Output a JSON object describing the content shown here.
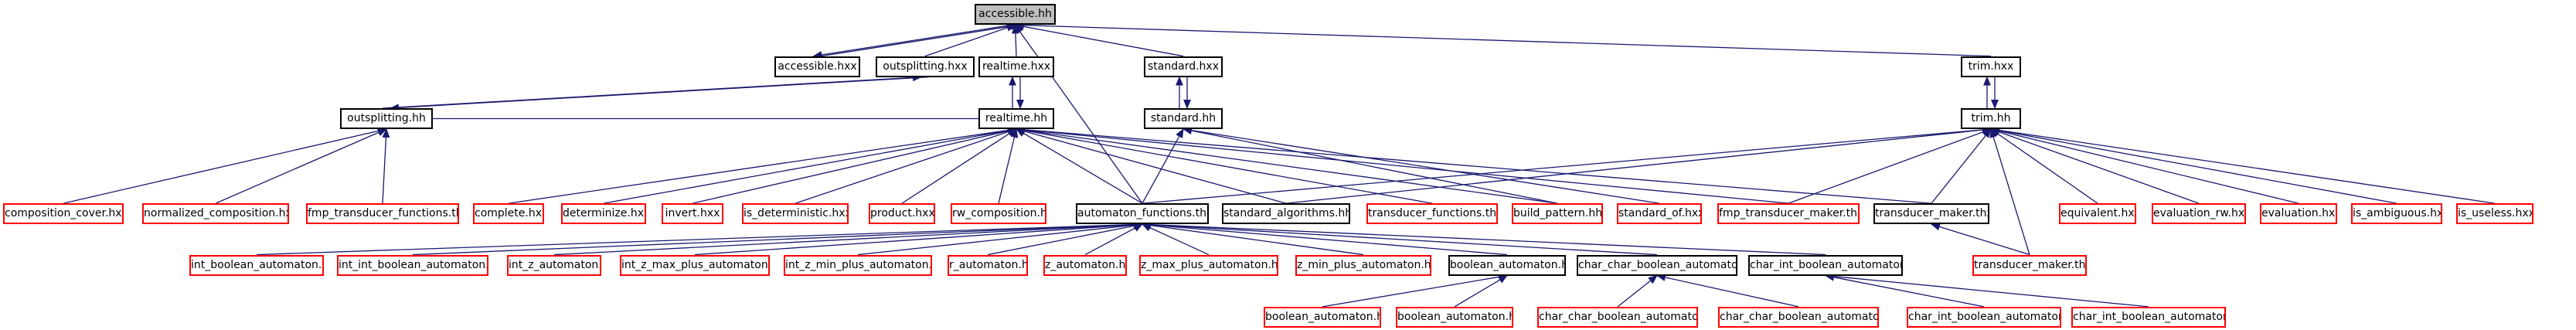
{
  "colors": {
    "black_box": "#000000",
    "red_box": "#ff0000",
    "root_fill": "#bfbfbf",
    "edge": "#191970"
  },
  "nodes": {
    "accessible_hh": {
      "label": "accessible.hh",
      "style": "root"
    },
    "accessible_hxx": {
      "label": "accessible.hxx",
      "style": "black"
    },
    "outsplitting_hxx": {
      "label": "outsplitting.hxx",
      "style": "black"
    },
    "realtime_hxx": {
      "label": "realtime.hxx",
      "style": "black"
    },
    "standard_hxx": {
      "label": "standard.hxx",
      "style": "black"
    },
    "trim_hxx": {
      "label": "trim.hxx",
      "style": "black"
    },
    "outsplitting_hh": {
      "label": "outsplitting.hh",
      "style": "black"
    },
    "realtime_hh": {
      "label": "realtime.hh",
      "style": "black"
    },
    "standard_hh": {
      "label": "standard.hh",
      "style": "black"
    },
    "trim_hh": {
      "label": "trim.hh",
      "style": "black"
    },
    "composition_cover_hxx": {
      "label": "composition_cover.hxx",
      "style": "red"
    },
    "normalized_composition_hxx": {
      "label": "normalized_composition.hxx",
      "style": "red"
    },
    "fmp_transducer_functions_thh": {
      "label": "fmp_transducer_functions.thh",
      "style": "red"
    },
    "complete_hxx": {
      "label": "complete.hxx",
      "style": "red"
    },
    "determinize_hxx": {
      "label": "determinize.hxx",
      "style": "red"
    },
    "invert_hxx": {
      "label": "invert.hxx",
      "style": "red"
    },
    "is_deterministic_hxx": {
      "label": "is_deterministic.hxx",
      "style": "red"
    },
    "product_hxx": {
      "label": "product.hxx",
      "style": "red"
    },
    "rw_composition_hxx": {
      "label": "rw_composition.hxx",
      "style": "red"
    },
    "automaton_functions_thh": {
      "label": "automaton_functions.thh",
      "style": "black"
    },
    "standard_algorithms_hh": {
      "label": "standard_algorithms.hh",
      "style": "black"
    },
    "transducer_functions_thh": {
      "label": "transducer_functions.thh",
      "style": "red"
    },
    "build_pattern_hh": {
      "label": "build_pattern.hh",
      "style": "red"
    },
    "standard_of_hxx": {
      "label": "standard_of.hxx",
      "style": "red"
    },
    "fmp_transducer_maker_thxx": {
      "label": "fmp_transducer_maker.thxx",
      "style": "red"
    },
    "transducer_maker_thxx": {
      "label": "transducer_maker.thxx",
      "style": "black"
    },
    "equivalent_hxx": {
      "label": "equivalent.hxx",
      "style": "red"
    },
    "evaluation_rw_hxx": {
      "label": "evaluation_rw.hxx",
      "style": "red"
    },
    "evaluation_hxx": {
      "label": "evaluation.hxx",
      "style": "red"
    },
    "is_ambiguous_hxx": {
      "label": "is_ambiguous.hxx",
      "style": "red"
    },
    "is_useless_hxx": {
      "label": "is_useless.hxx",
      "style": "red"
    },
    "int_boolean_automaton_hh": {
      "label": "int_boolean_automaton.hh",
      "style": "red"
    },
    "int_int_boolean_automaton_hh": {
      "label": "int_int_boolean_automaton.hh",
      "style": "red"
    },
    "int_z_automaton_hh": {
      "label": "int_z_automaton.hh",
      "style": "red"
    },
    "int_z_max_plus_automaton_hh": {
      "label": "int_z_max_plus_automaton.hh",
      "style": "red"
    },
    "int_z_min_plus_automaton_hh": {
      "label": "int_z_min_plus_automaton.hh",
      "style": "red"
    },
    "r_automaton_hh": {
      "label": "r_automaton.hh",
      "style": "red"
    },
    "z_automaton_hh": {
      "label": "z_automaton.hh",
      "style": "red"
    },
    "z_max_plus_automaton_hh": {
      "label": "z_max_plus_automaton.hh",
      "style": "red"
    },
    "z_min_plus_automaton_hh": {
      "label": "z_min_plus_automaton.hh",
      "style": "red"
    },
    "boolean_automaton_hh": {
      "label": "boolean_automaton.hh",
      "style": "black"
    },
    "char_char_boolean_automaton_hh": {
      "label": "char_char_boolean_automaton.hh",
      "style": "black"
    },
    "char_int_boolean_automaton_hh": {
      "label": "char_int_boolean_automaton.hh",
      "style": "black"
    },
    "transducer_maker_thh": {
      "label": "transducer_maker.thh",
      "style": "red"
    },
    "boolean_automaton_hh_a": {
      "label": "boolean_automaton.hh",
      "style": "red"
    },
    "boolean_automaton_hh_b": {
      "label": "boolean_automaton.hh",
      "style": "red"
    },
    "char_char_boolean_automaton_hh_a": {
      "label": "char_char_boolean_automaton.hh",
      "style": "red"
    },
    "char_char_boolean_automaton_hh_b": {
      "label": "char_char_boolean_automaton.hh",
      "style": "red"
    },
    "char_int_boolean_automaton_hh_a": {
      "label": "char_int_boolean_automaton.hh",
      "style": "red"
    },
    "char_int_boolean_automaton_hh_b": {
      "label": "char_int_boolean_automaton.hh",
      "style": "red"
    }
  },
  "edges": [
    [
      "accessible_hxx",
      "accessible_hh"
    ],
    [
      "outsplitting_hxx",
      "accessible_hh"
    ],
    [
      "realtime_hxx",
      "accessible_hh"
    ],
    [
      "standard_hxx",
      "accessible_hh"
    ],
    [
      "trim_hxx",
      "accessible_hh"
    ],
    [
      "automaton_functions_thh",
      "accessible_hh"
    ],
    [
      "accessible_hh",
      "accessible_hxx"
    ],
    [
      "outsplitting_hxx",
      "outsplitting_hh"
    ],
    [
      "outsplitting_hh",
      "outsplitting_hxx"
    ],
    [
      "realtime_hxx",
      "realtime_hh"
    ],
    [
      "realtime_hh",
      "realtime_hxx"
    ],
    [
      "standard_hxx",
      "standard_hh"
    ],
    [
      "standard_hh",
      "standard_hxx"
    ],
    [
      "trim_hxx",
      "trim_hh"
    ],
    [
      "trim_hh",
      "trim_hxx"
    ],
    [
      "realtime_hh",
      "outsplitting_hh"
    ],
    [
      "composition_cover_hxx",
      "outsplitting_hh"
    ],
    [
      "normalized_composition_hxx",
      "outsplitting_hh"
    ],
    [
      "fmp_transducer_functions_thh",
      "outsplitting_hh"
    ],
    [
      "complete_hxx",
      "realtime_hh"
    ],
    [
      "determinize_hxx",
      "realtime_hh"
    ],
    [
      "invert_hxx",
      "realtime_hh"
    ],
    [
      "is_deterministic_hxx",
      "realtime_hh"
    ],
    [
      "product_hxx",
      "realtime_hh"
    ],
    [
      "rw_composition_hxx",
      "realtime_hh"
    ],
    [
      "automaton_functions_thh",
      "realtime_hh"
    ],
    [
      "standard_algorithms_hh",
      "realtime_hh"
    ],
    [
      "transducer_functions_thh",
      "realtime_hh"
    ],
    [
      "build_pattern_hh",
      "realtime_hh"
    ],
    [
      "fmp_transducer_maker_thxx",
      "realtime_hh"
    ],
    [
      "transducer_maker_thxx",
      "realtime_hh"
    ],
    [
      "automaton_functions_thh",
      "standard_hh"
    ],
    [
      "standard_of_hxx",
      "standard_hh"
    ],
    [
      "build_pattern_hh",
      "standard_hh"
    ],
    [
      "automaton_functions_thh",
      "trim_hh"
    ],
    [
      "standard_algorithms_hh",
      "trim_hh"
    ],
    [
      "fmp_transducer_maker_thxx",
      "trim_hh"
    ],
    [
      "transducer_maker_thxx",
      "trim_hh"
    ],
    [
      "equivalent_hxx",
      "trim_hh"
    ],
    [
      "evaluation_rw_hxx",
      "trim_hh"
    ],
    [
      "evaluation_hxx",
      "trim_hh"
    ],
    [
      "is_ambiguous_hxx",
      "trim_hh"
    ],
    [
      "is_useless_hxx",
      "trim_hh"
    ],
    [
      "transducer_maker_thh",
      "trim_hh"
    ],
    [
      "int_boolean_automaton_hh",
      "automaton_functions_thh"
    ],
    [
      "int_int_boolean_automaton_hh",
      "automaton_functions_thh"
    ],
    [
      "int_z_automaton_hh",
      "automaton_functions_thh"
    ],
    [
      "int_z_max_plus_automaton_hh",
      "automaton_functions_thh"
    ],
    [
      "int_z_min_plus_automaton_hh",
      "automaton_functions_thh"
    ],
    [
      "r_automaton_hh",
      "automaton_functions_thh"
    ],
    [
      "z_automaton_hh",
      "automaton_functions_thh"
    ],
    [
      "z_max_plus_automaton_hh",
      "automaton_functions_thh"
    ],
    [
      "z_min_plus_automaton_hh",
      "automaton_functions_thh"
    ],
    [
      "boolean_automaton_hh",
      "automaton_functions_thh"
    ],
    [
      "char_char_boolean_automaton_hh",
      "automaton_functions_thh"
    ],
    [
      "char_int_boolean_automaton_hh",
      "automaton_functions_thh"
    ],
    [
      "transducer_maker_thh",
      "transducer_maker_thxx"
    ],
    [
      "boolean_automaton_hh_a",
      "boolean_automaton_hh"
    ],
    [
      "boolean_automaton_hh_b",
      "boolean_automaton_hh"
    ],
    [
      "char_char_boolean_automaton_hh_a",
      "char_char_boolean_automaton_hh"
    ],
    [
      "char_char_boolean_automaton_hh_b",
      "char_char_boolean_automaton_hh"
    ],
    [
      "char_int_boolean_automaton_hh_a",
      "char_int_boolean_automaton_hh"
    ],
    [
      "char_int_boolean_automaton_hh_b",
      "char_int_boolean_automaton_hh"
    ]
  ]
}
